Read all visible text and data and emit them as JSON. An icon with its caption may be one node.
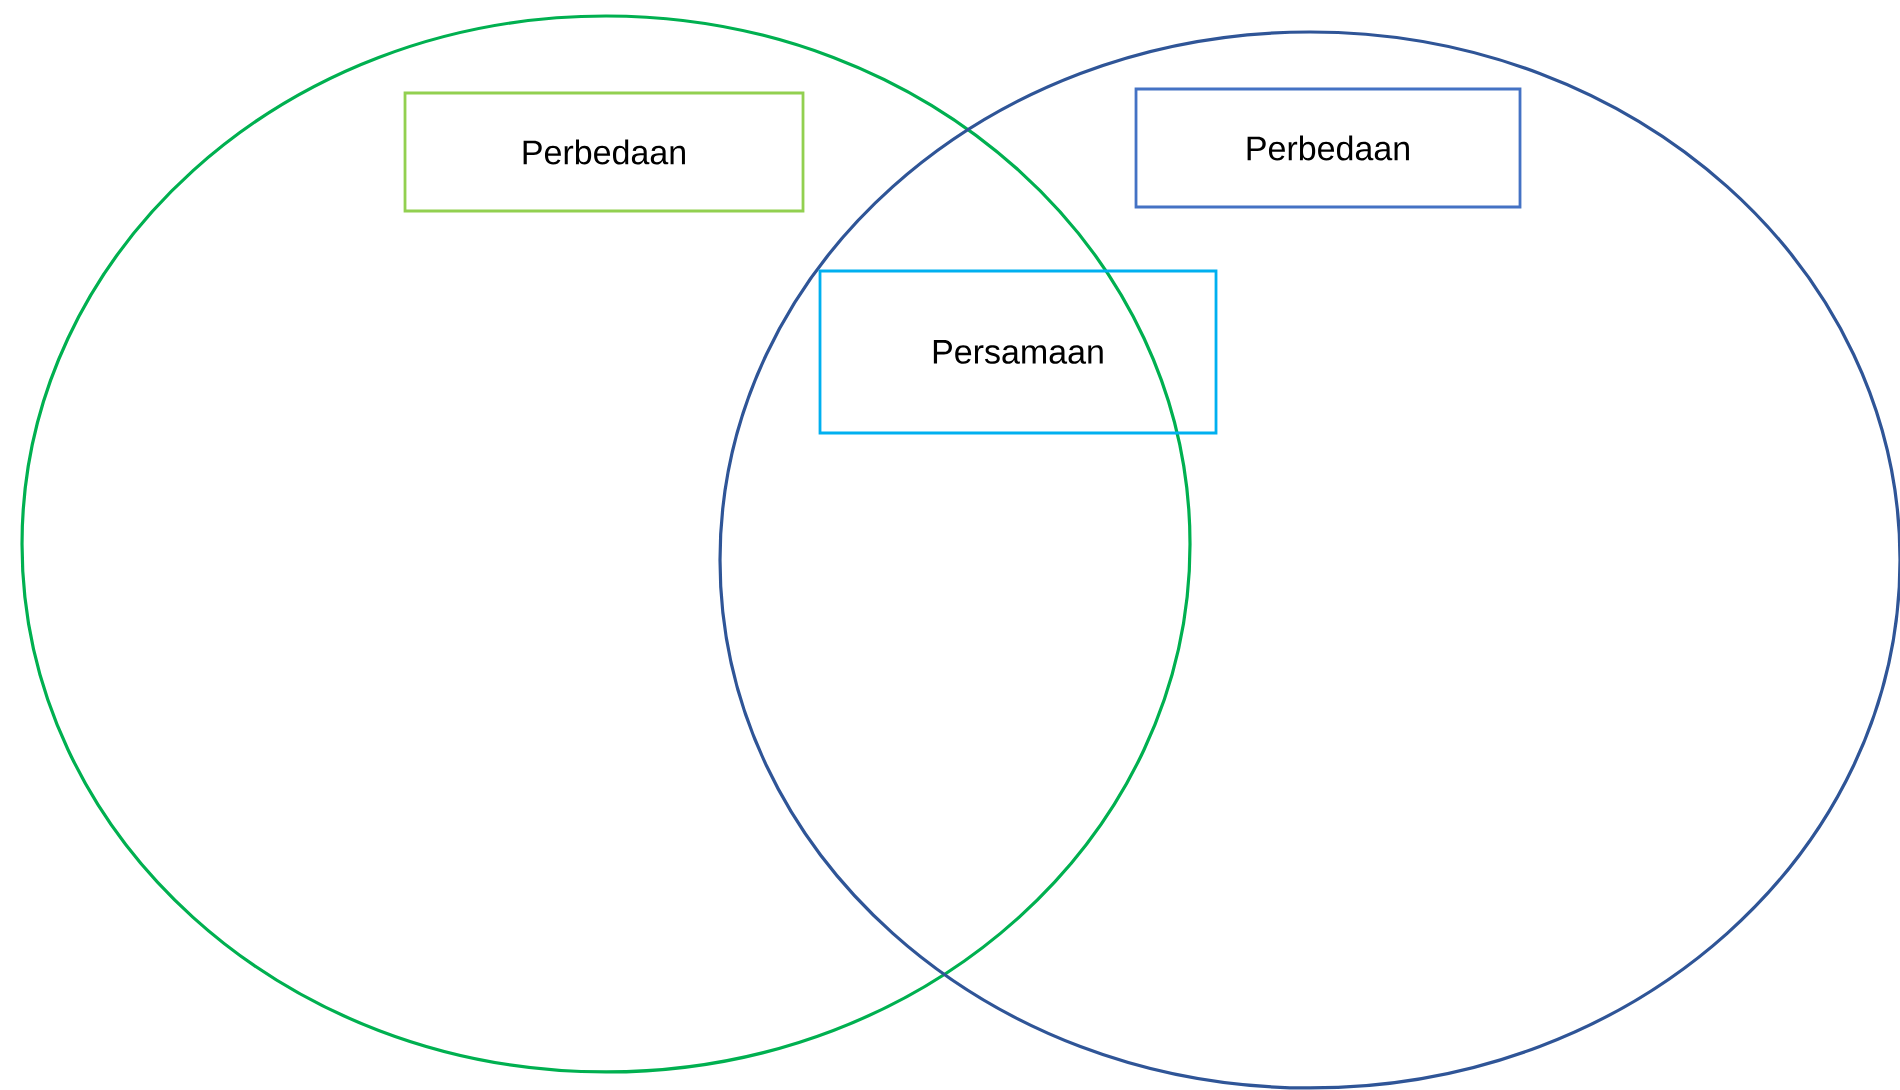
{
  "diagram": {
    "nodes": [
      {
        "text": [],
        "shape": "circle"
      },
      {
        "text": [],
        "shape": "circle"
      },
      {
        "text": [
          "Perbedaan"
        ],
        "in": 0
      },
      {
        "text": [
          "Persamaan"
        ],
        "in": 1
      },
      {
        "text": [
          "Perbedaan"
        ],
        "in": 1
      }
    ]
  }
}
